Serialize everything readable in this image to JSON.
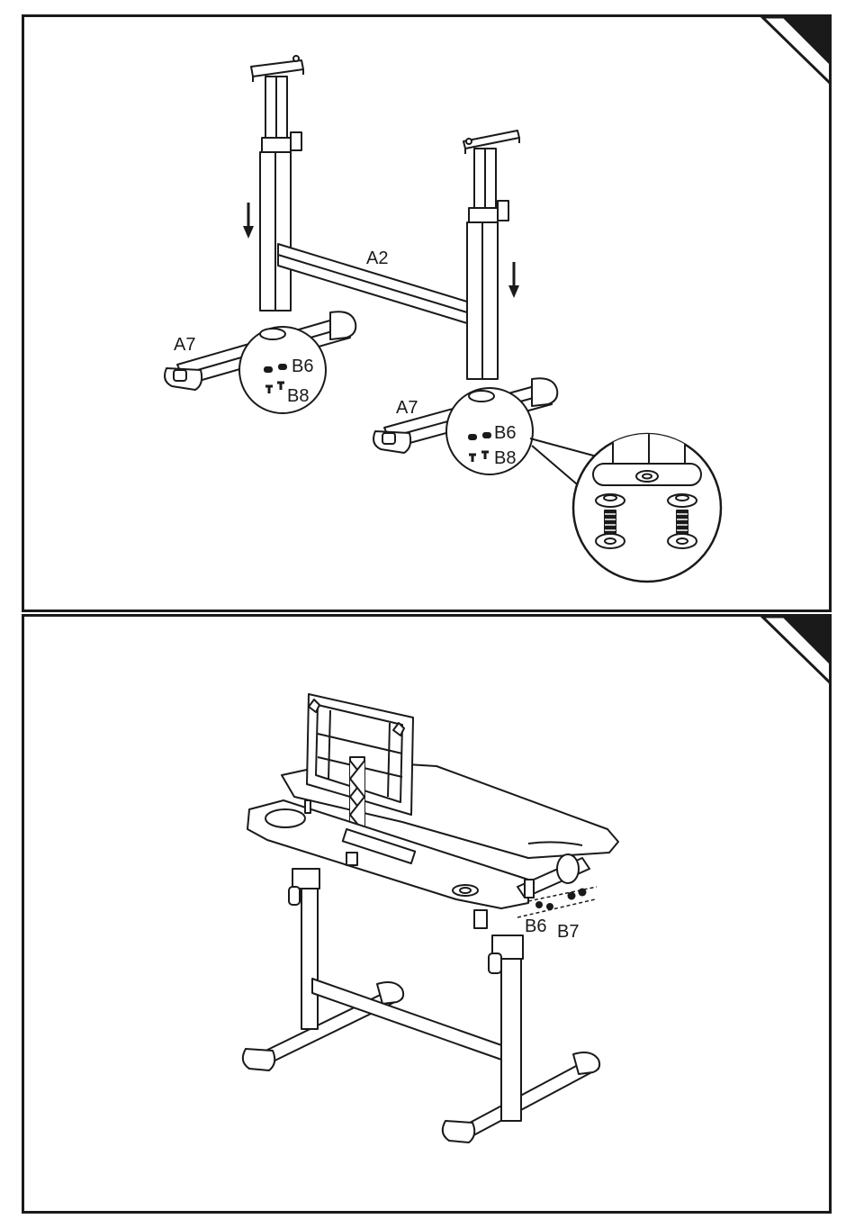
{
  "steps": [
    {
      "labels": {
        "leg_bar": "A2",
        "foot_left": "A7",
        "foot_right": "A7",
        "washer_left": "B6",
        "bolt_left": "B8",
        "washer_right": "B6",
        "bolt_right": "B8"
      }
    },
    {
      "labels": {
        "washer": "B6",
        "screw": "B7"
      }
    }
  ],
  "colors": {
    "line": "#1a1a1a",
    "fill": "#ffffff",
    "corner": "#1a1a1a"
  }
}
